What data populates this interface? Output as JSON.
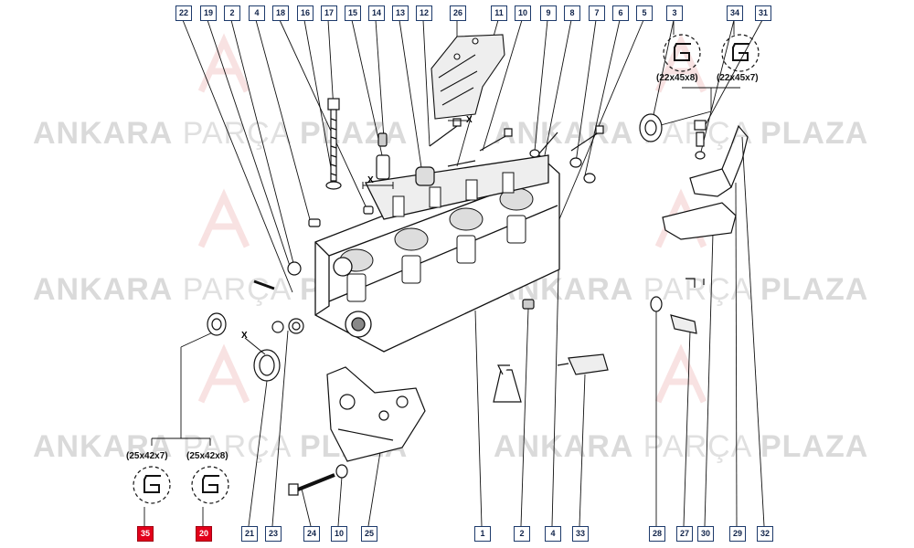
{
  "watermark": {
    "word1": "ANKARA",
    "word2": "PARÇA",
    "word3": "PLAZA"
  },
  "top_callouts": [
    "22",
    "19",
    "2",
    "4",
    "18",
    "16",
    "17",
    "15",
    "14",
    "13",
    "12",
    "26",
    "11",
    "10",
    "9",
    "8",
    "7",
    "6",
    "5",
    "3",
    "34",
    "31"
  ],
  "bottom_callouts": [
    "35",
    "20",
    "21",
    "23",
    "24",
    "10",
    "25",
    "1",
    "2",
    "4",
    "33",
    "28",
    "27",
    "30",
    "29",
    "32"
  ],
  "highlighted_callouts": [
    "35",
    "20"
  ],
  "seal_sizes": {
    "seal_3": "(22x45x8)",
    "seal_34": "(22x45x7)",
    "seal_35": "(25x42x7)",
    "seal_20": "(25x42x8)"
  },
  "dimension_markers": [
    "X",
    "X",
    "X"
  ],
  "colors": {
    "callout_border": "#1d3a6b",
    "callout_highlight": "#e2001a",
    "line": "#111111",
    "watermark": "#bdbdbd",
    "watermark_logo": "#f4c9c9"
  }
}
